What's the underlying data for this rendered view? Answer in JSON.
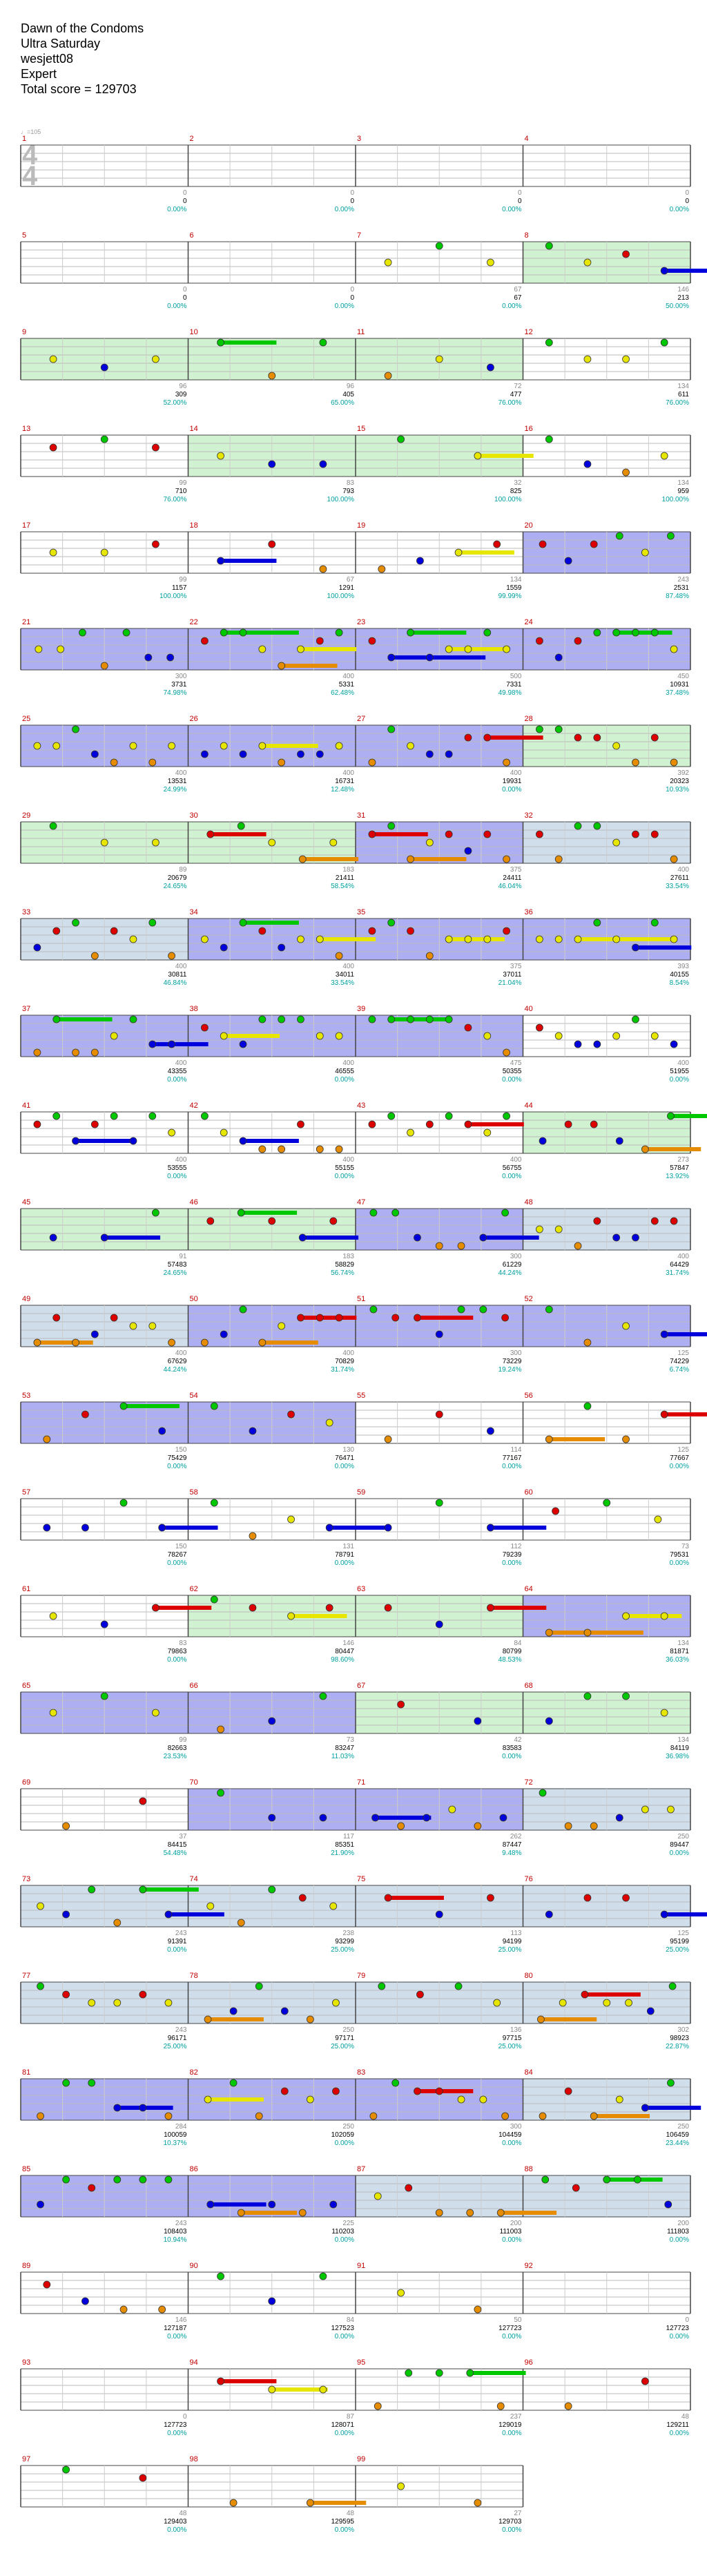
{
  "header": {
    "song": "Dawn of the Condoms",
    "album": "Ultra Saturday",
    "player": "wesjett08",
    "difficulty": "Expert",
    "total_score": "Total score = 129703"
  },
  "colors": {
    "green": "#00c800",
    "red": "#dc0000",
    "yellow": "#e6e600",
    "blue": "#0000dc",
    "orange": "#e68c00",
    "star_power": "#00a0dc",
    "solo_green": "#c8f0c8",
    "overdrive_blue": "#a0a0f0",
    "activation": "#c8d8e8",
    "score_text": "#000000",
    "max_text": "#888888",
    "percent_text": "#00a0a0",
    "measure_number": "#c00000"
  },
  "time_signature": {
    "top": "4",
    "bottom": "4"
  },
  "tempo_marker": "♩=105",
  "measures": [
    {
      "n": "1",
      "score": "0",
      "max": "0",
      "pct": "0.00%",
      "fill": null
    },
    {
      "n": "2",
      "score": "0",
      "max": "0",
      "pct": "0.00%",
      "fill": null
    },
    {
      "n": "3",
      "score": "0",
      "max": "0",
      "pct": "0.00%",
      "fill": null
    },
    {
      "n": "4",
      "score": "0",
      "max": "0",
      "pct": "0.00%",
      "fill": null
    },
    {
      "n": "5",
      "score": "0",
      "max": "0",
      "pct": "0.00%",
      "fill": null
    },
    {
      "n": "6",
      "score": "0",
      "max": "0",
      "pct": "0.00%",
      "fill": null
    },
    {
      "n": "7",
      "score": "67",
      "max": "67",
      "pct": "0.00%",
      "fill": null
    },
    {
      "n": "8",
      "score": "213",
      "max": "146",
      "pct": "50.00%",
      "fill": "solo"
    },
    {
      "n": "9",
      "score": "309",
      "max": "96",
      "pct": "52.00%",
      "fill": "solo"
    },
    {
      "n": "10",
      "score": "405",
      "max": "96",
      "pct": "65.00%",
      "fill": "solo"
    },
    {
      "n": "11",
      "score": "477",
      "max": "72",
      "pct": "76.00%",
      "fill": "solo"
    },
    {
      "n": "12",
      "score": "611",
      "max": "134",
      "pct": "76.00%",
      "fill": null
    },
    {
      "n": "13",
      "score": "710",
      "max": "99",
      "pct": "76.00%",
      "fill": null
    },
    {
      "n": "14",
      "score": "793",
      "max": "83",
      "pct": "100.00%",
      "fill": "solo"
    },
    {
      "n": "15",
      "score": "825",
      "max": "32",
      "pct": "100.00%",
      "fill": "solo"
    },
    {
      "n": "16",
      "score": "959",
      "max": "134",
      "pct": "100.00%",
      "fill": null
    },
    {
      "n": "17",
      "score": "1157",
      "max": "99",
      "pct": "100.00%",
      "fill": null
    },
    {
      "n": "18",
      "score": "1291",
      "max": "67",
      "pct": "100.00%",
      "fill": null
    },
    {
      "n": "19",
      "score": "1559",
      "max": "134",
      "pct": "99.99%",
      "fill": null
    },
    {
      "n": "20",
      "score": "2531",
      "max": "243",
      "pct": "87.48%",
      "fill": "od"
    },
    {
      "n": "21",
      "score": "3731",
      "max": "300",
      "pct": "74.98%",
      "fill": "od"
    },
    {
      "n": "22",
      "score": "5331",
      "max": "400",
      "pct": "62.48%",
      "fill": "od"
    },
    {
      "n": "23",
      "score": "7331",
      "max": "500",
      "pct": "49.98%",
      "fill": "od"
    },
    {
      "n": "24",
      "score": "10931",
      "max": "450",
      "pct": "37.48%",
      "fill": "od"
    },
    {
      "n": "25",
      "score": "13531",
      "max": "400",
      "pct": "24.99%",
      "fill": "od"
    },
    {
      "n": "26",
      "score": "16731",
      "max": "400",
      "pct": "12.48%",
      "fill": "od"
    },
    {
      "n": "27",
      "score": "19931",
      "max": "400",
      "pct": "0.00%",
      "fill": "od"
    },
    {
      "n": "28",
      "score": "20323",
      "max": "392",
      "pct": "10.93%",
      "fill": "solo"
    },
    {
      "n": "29",
      "score": "20679",
      "max": "89",
      "pct": "24.65%",
      "fill": "solo"
    },
    {
      "n": "30",
      "score": "21411",
      "max": "183",
      "pct": "58.54%",
      "fill": "solo"
    },
    {
      "n": "31",
      "score": "24411",
      "max": "375",
      "pct": "46.04%",
      "fill": "od"
    },
    {
      "n": "32",
      "score": "27611",
      "max": "400",
      "pct": "33.54%",
      "fill": "act"
    },
    {
      "n": "33",
      "score": "30811",
      "max": "400",
      "pct": "46.84%",
      "fill": "act"
    },
    {
      "n": "34",
      "score": "34011",
      "max": "400",
      "pct": "33.54%",
      "fill": "od"
    },
    {
      "n": "35",
      "score": "37011",
      "max": "375",
      "pct": "21.04%",
      "fill": "od"
    },
    {
      "n": "36",
      "score": "40155",
      "max": "393",
      "pct": "8.54%",
      "fill": "od"
    },
    {
      "n": "37",
      "score": "43355",
      "max": "400",
      "pct": "0.00%",
      "fill": "od"
    },
    {
      "n": "38",
      "score": "46555",
      "max": "400",
      "pct": "0.00%",
      "fill": "od"
    },
    {
      "n": "39",
      "score": "50355",
      "max": "475",
      "pct": "0.00%",
      "fill": "od"
    },
    {
      "n": "40",
      "score": "51955",
      "max": "400",
      "pct": "0.00%",
      "fill": null
    },
    {
      "n": "41",
      "score": "53555",
      "max": "400",
      "pct": "0.00%",
      "fill": null
    },
    {
      "n": "42",
      "score": "55155",
      "max": "400",
      "pct": "0.00%",
      "fill": null
    },
    {
      "n": "43",
      "score": "56755",
      "max": "400",
      "pct": "0.00%",
      "fill": null
    },
    {
      "n": "44",
      "score": "57847",
      "max": "273",
      "pct": "13.92%",
      "fill": "solo"
    },
    {
      "n": "45",
      "score": "57483",
      "max": "91",
      "pct": "24.65%",
      "fill": "solo"
    },
    {
      "n": "46",
      "score": "58829",
      "max": "183",
      "pct": "56.74%",
      "fill": "solo"
    },
    {
      "n": "47",
      "score": "61229",
      "max": "300",
      "pct": "44.24%",
      "fill": "od"
    },
    {
      "n": "48",
      "score": "64429",
      "max": "400",
      "pct": "31.74%",
      "fill": "act"
    },
    {
      "n": "49",
      "score": "67629",
      "max": "400",
      "pct": "44.24%",
      "fill": "act"
    },
    {
      "n": "50",
      "score": "70829",
      "max": "400",
      "pct": "31.74%",
      "fill": "od"
    },
    {
      "n": "51",
      "score": "73229",
      "max": "300",
      "pct": "19.24%",
      "fill": "od"
    },
    {
      "n": "52",
      "score": "74229",
      "max": "125",
      "pct": "6.74%",
      "fill": "od"
    },
    {
      "n": "53",
      "score": "75429",
      "max": "150",
      "pct": "0.00%",
      "fill": "od"
    },
    {
      "n": "54",
      "score": "76471",
      "max": "130",
      "pct": "0.00%",
      "fill": "od"
    },
    {
      "n": "55",
      "score": "77167",
      "max": "114",
      "pct": "0.00%",
      "fill": null
    },
    {
      "n": "56",
      "score": "77667",
      "max": "125",
      "pct": "0.00%",
      "fill": null
    },
    {
      "n": "57",
      "score": "78267",
      "max": "150",
      "pct": "0.00%",
      "fill": null
    },
    {
      "n": "58",
      "score": "78791",
      "max": "131",
      "pct": "0.00%",
      "fill": null
    },
    {
      "n": "59",
      "score": "79239",
      "max": "112",
      "pct": "0.00%",
      "fill": null
    },
    {
      "n": "60",
      "score": "79531",
      "max": "73",
      "pct": "0.00%",
      "fill": null
    },
    {
      "n": "61",
      "score": "79863",
      "max": "83",
      "pct": "0.00%",
      "fill": null
    },
    {
      "n": "62",
      "score": "80447",
      "max": "146",
      "pct": "98.60%",
      "fill": "solo"
    },
    {
      "n": "63",
      "score": "80799",
      "max": "84",
      "pct": "48.53%",
      "fill": "solo"
    },
    {
      "n": "64",
      "score": "81871",
      "max": "134",
      "pct": "36.03%",
      "fill": "od"
    },
    {
      "n": "65",
      "score": "82663",
      "max": "99",
      "pct": "23.53%",
      "fill": "od"
    },
    {
      "n": "66",
      "score": "83247",
      "max": "73",
      "pct": "11.03%",
      "fill": "od"
    },
    {
      "n": "67",
      "score": "83583",
      "max": "42",
      "pct": "0.00%",
      "fill": "solo"
    },
    {
      "n": "68",
      "score": "84119",
      "max": "134",
      "pct": "36.98%",
      "fill": "solo"
    },
    {
      "n": "69",
      "score": "84415",
      "max": "37",
      "pct": "54.48%",
      "fill": null
    },
    {
      "n": "70",
      "score": "85351",
      "max": "117",
      "pct": "21.90%",
      "fill": "od"
    },
    {
      "n": "71",
      "score": "87447",
      "max": "262",
      "pct": "9.48%",
      "fill": "od"
    },
    {
      "n": "72",
      "score": "89447",
      "max": "250",
      "pct": "0.00%",
      "fill": "act"
    },
    {
      "n": "73",
      "score": "91391",
      "max": "243",
      "pct": "0.00%",
      "fill": "act"
    },
    {
      "n": "74",
      "score": "93299",
      "max": "238",
      "pct": "25.00%",
      "fill": "act"
    },
    {
      "n": "75",
      "score": "94199",
      "max": "113",
      "pct": "25.00%",
      "fill": "act"
    },
    {
      "n": "76",
      "score": "95199",
      "max": "125",
      "pct": "25.00%",
      "fill": "act"
    },
    {
      "n": "77",
      "score": "96171",
      "max": "243",
      "pct": "25.00%",
      "fill": "act"
    },
    {
      "n": "78",
      "score": "97171",
      "max": "250",
      "pct": "25.00%",
      "fill": "act"
    },
    {
      "n": "79",
      "score": "97715",
      "max": "136",
      "pct": "25.00%",
      "fill": "act"
    },
    {
      "n": "80",
      "score": "98923",
      "max": "302",
      "pct": "22.87%",
      "fill": "act"
    },
    {
      "n": "81",
      "score": "100059",
      "max": "284",
      "pct": "10.37%",
      "fill": "od"
    },
    {
      "n": "82",
      "score": "102059",
      "max": "250",
      "pct": "0.00%",
      "fill": "od"
    },
    {
      "n": "83",
      "score": "104459",
      "max": "300",
      "pct": "0.00%",
      "fill": "od"
    },
    {
      "n": "84",
      "score": "106459",
      "max": "250",
      "pct": "23.44%",
      "fill": "act"
    },
    {
      "n": "85",
      "score": "108403",
      "max": "243",
      "pct": "10.94%",
      "fill": "od"
    },
    {
      "n": "86",
      "score": "110203",
      "max": "225",
      "pct": "0.00%",
      "fill": "od"
    },
    {
      "n": "87",
      "score": "111003",
      "max": "200",
      "pct": "0.00%",
      "fill": "act"
    },
    {
      "n": "88",
      "score": "111803",
      "max": "200",
      "pct": "0.00%",
      "fill": "act"
    },
    {
      "n": "89",
      "score": "127187",
      "max": "146",
      "pct": "0.00%",
      "fill": null
    },
    {
      "n": "90",
      "score": "127523",
      "max": "84",
      "pct": "0.00%",
      "fill": null
    },
    {
      "n": "91",
      "score": "127723",
      "max": "50",
      "pct": "0.00%",
      "fill": null
    },
    {
      "n": "92",
      "score": "127723",
      "max": "0",
      "pct": "0.00%",
      "fill": null
    },
    {
      "n": "93",
      "score": "127723",
      "max": "0",
      "pct": "0.00%",
      "fill": null
    },
    {
      "n": "94",
      "score": "128071",
      "max": "87",
      "pct": "0.00%",
      "fill": null
    },
    {
      "n": "95",
      "score": "129019",
      "max": "237",
      "pct": "0.00%",
      "fill": null
    },
    {
      "n": "96",
      "score": "129211",
      "max": "48",
      "pct": "0.00%",
      "fill": null
    },
    {
      "n": "97",
      "score": "129403",
      "max": "48",
      "pct": "0.00%",
      "fill": null
    },
    {
      "n": "98",
      "score": "129595",
      "max": "48",
      "pct": "0.00%",
      "fill": null
    },
    {
      "n": "99",
      "score": "129703",
      "max": "27",
      "pct": "0.00%",
      "fill": null
    }
  ]
}
